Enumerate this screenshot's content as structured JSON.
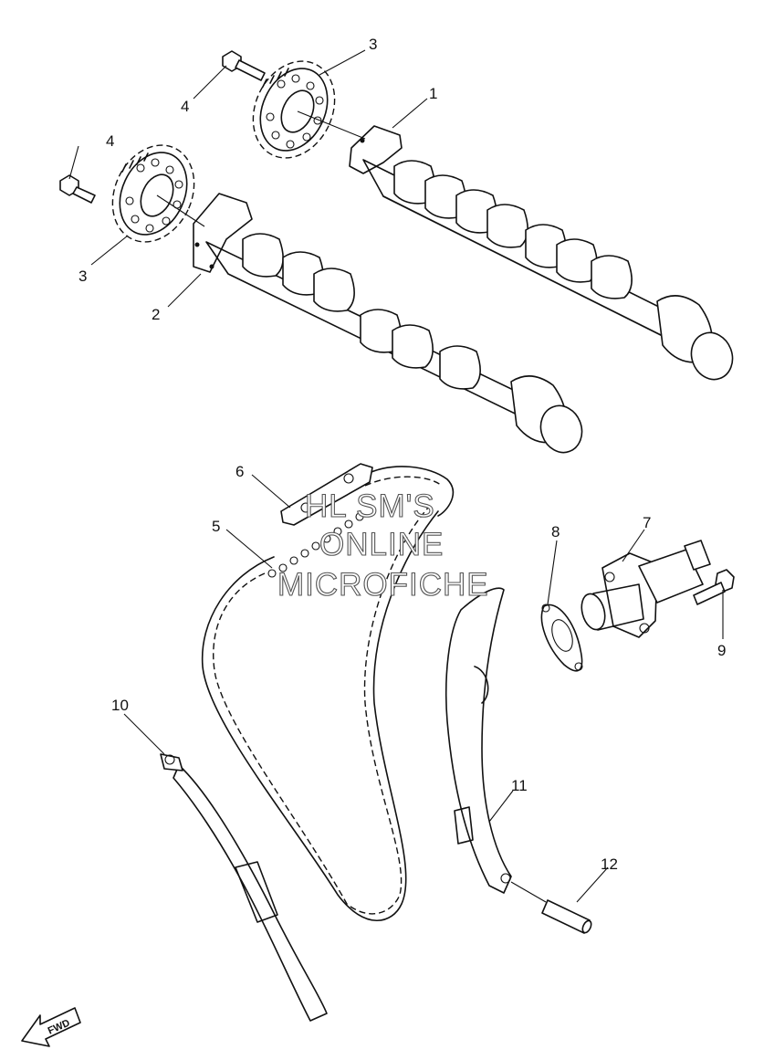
{
  "watermark": {
    "line1": "HL SM'S",
    "line2": "ONLINE",
    "line3": "MICROFICHE"
  },
  "direction_tag": "FWD",
  "callouts": [
    {
      "id": "c1",
      "label": "1"
    },
    {
      "id": "c2",
      "label": "2"
    },
    {
      "id": "c3a",
      "label": "3"
    },
    {
      "id": "c3b",
      "label": "3"
    },
    {
      "id": "c4a",
      "label": "4"
    },
    {
      "id": "c4b",
      "label": "4"
    },
    {
      "id": "c5",
      "label": "5"
    },
    {
      "id": "c6",
      "label": "6"
    },
    {
      "id": "c7",
      "label": "7"
    },
    {
      "id": "c8",
      "label": "8"
    },
    {
      "id": "c9",
      "label": "9"
    },
    {
      "id": "c10",
      "label": "10"
    },
    {
      "id": "c11",
      "label": "11"
    },
    {
      "id": "c12",
      "label": "12"
    }
  ]
}
